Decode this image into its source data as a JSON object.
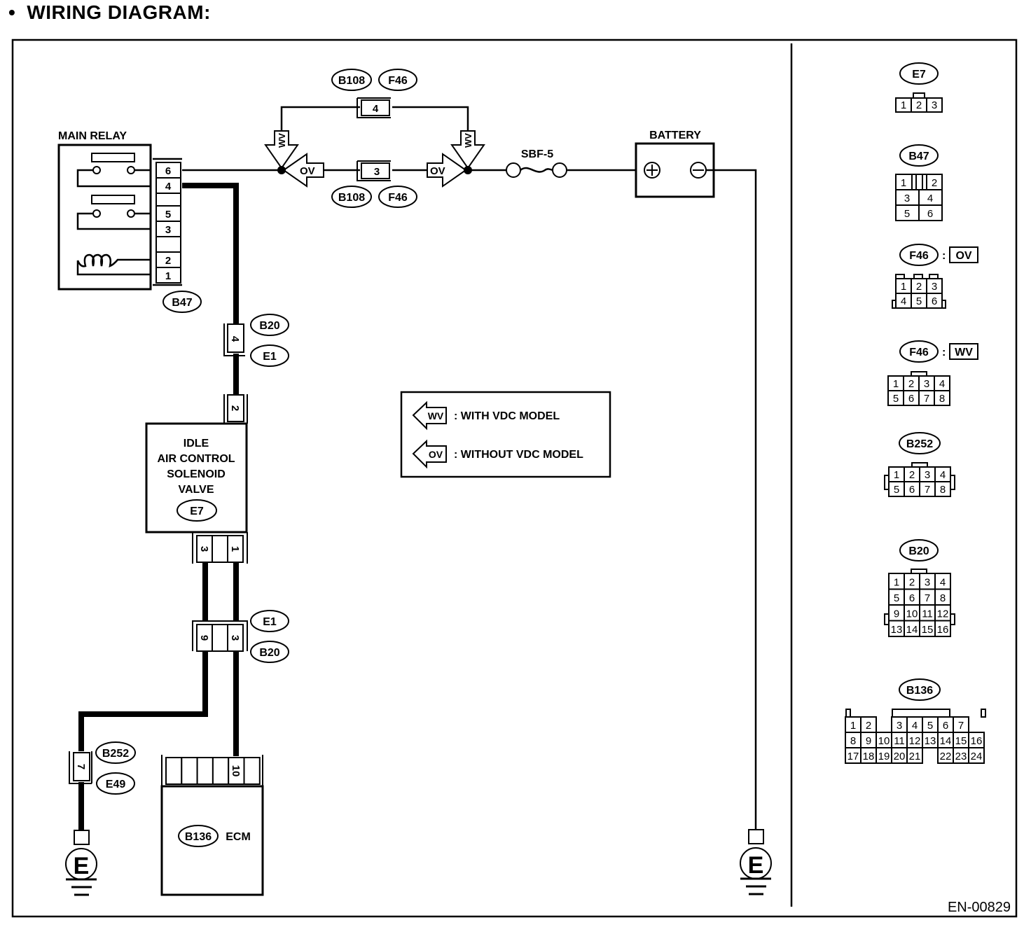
{
  "title": {
    "bullet": "•",
    "text": "WIRING DIAGRAM:"
  },
  "figure_id": "EN-00829",
  "main_relay": {
    "label": "MAIN RELAY",
    "connector": "B47",
    "pins": [
      "6",
      "4",
      "",
      "5",
      "3",
      "",
      "2",
      "1"
    ]
  },
  "upper_path": {
    "pin": "4",
    "connectors": [
      "B108",
      "F46"
    ],
    "variant": "WV"
  },
  "lower_path": {
    "pin": "3",
    "connectors": [
      "B108",
      "F46"
    ],
    "variant": "OV"
  },
  "fuse": {
    "label": "SBF-5"
  },
  "battery": {
    "label": "BATTERY",
    "plus": "+",
    "minus": "−"
  },
  "joint_b20_e1_top": {
    "pin": "4",
    "connectors": [
      "B20",
      "E1"
    ]
  },
  "valve": {
    "lines": [
      "IDLE",
      "AIR CONTROL",
      "SOLENOID",
      "VALVE"
    ],
    "connector": "E7",
    "top_pin": "2",
    "bottom_pins": [
      "3",
      "",
      "1"
    ]
  },
  "joint_e1_b20_bottom": {
    "pins": [
      "9",
      "",
      "3"
    ],
    "connectors": [
      "E1",
      "B20"
    ]
  },
  "joint_b252_e49": {
    "pin": "7",
    "connectors": [
      "B252",
      "E49"
    ]
  },
  "ecm": {
    "connector": "B136",
    "label": "ECM",
    "pins": [
      "",
      "",
      "",
      "",
      "10",
      ""
    ]
  },
  "ground": {
    "label": "E"
  },
  "legend": {
    "items": [
      {
        "code": "WV",
        "text": ": WITH VDC MODEL"
      },
      {
        "code": "OV",
        "text": ": WITHOUT VDC MODEL"
      }
    ]
  },
  "connector_views": [
    {
      "id": "E7",
      "rows": [
        [
          "1",
          "2",
          "3"
        ]
      ]
    },
    {
      "id": "B47",
      "rows": [
        [
          "1",
          "",
          "2"
        ],
        [
          "3",
          "4"
        ],
        [
          "5",
          "6"
        ]
      ]
    },
    {
      "id": "F46",
      "variant": "OV",
      "rows": [
        [
          "1",
          "2",
          "3"
        ],
        [
          "4",
          "5",
          "6"
        ]
      ]
    },
    {
      "id": "F46",
      "variant": "WV",
      "rows": [
        [
          "1",
          "2",
          "3",
          "4"
        ],
        [
          "5",
          "6",
          "7",
          "8"
        ]
      ]
    },
    {
      "id": "B252",
      "rows": [
        [
          "1",
          "2",
          "3",
          "4"
        ],
        [
          "5",
          "6",
          "7",
          "8"
        ]
      ]
    },
    {
      "id": "B20",
      "rows": [
        [
          "1",
          "2",
          "3",
          "4"
        ],
        [
          "5",
          "6",
          "7",
          "8"
        ],
        [
          "9",
          "10",
          "11",
          "12"
        ],
        [
          "13",
          "14",
          "15",
          "16"
        ]
      ]
    },
    {
      "id": "B136",
      "rows": [
        [
          "1",
          "2",
          "",
          "3",
          "4",
          "5",
          "6",
          "7"
        ],
        [
          "8",
          "9",
          "10",
          "11",
          "12",
          "13",
          "14",
          "15",
          "16"
        ],
        [
          "17",
          "18",
          "19",
          "20",
          "21",
          "",
          "22",
          "23",
          "24"
        ]
      ]
    }
  ]
}
